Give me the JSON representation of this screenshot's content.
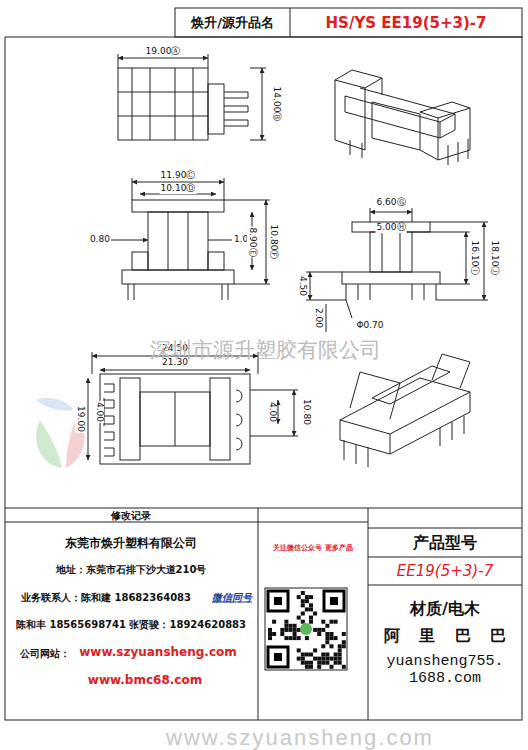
{
  "diagram": {
    "nodes": [
      {
        "text": [
          "焕升/源升品名"
        ]
      },
      {
        "text": [
          "HS/YS EE19(5+3)-7"
        ]
      },
      {
        "text": [
          "产品型号"
        ]
      },
      {
        "text": [
          "EE19(5+3)-7"
        ]
      },
      {
        "text": [
          "材质/电木",
          "阿 里 巴 巴",
          "yuansheng755. 1688.com"
        ]
      }
    ],
    "labels": [
      "19.00Ⓐ",
      "14.00Ⓑ",
      "11.90Ⓒ",
      "10.10Ⓓ",
      "0.80",
      "1.00",
      "8.90Ⓔ",
      "10.80Ⓕ",
      "6.60Ⓖ",
      "5.00Ⓗ",
      "16.10Ⓘ",
      "18.10Ⓙ",
      "4.50",
      "2.00",
      "Φ0.70",
      "24.50",
      "21.30",
      "19.00",
      "4.00",
      "4.00",
      "10.80",
      "深圳市源升塑胶有限公司",
      "修改记录",
      "东莞市焕升塑料有限公司",
      "地址：东莞市石排下沙大道210号",
      "业务联系人：陈和建 18682364083",
      "微信同号",
      "陈和丰 18565698741 张贤骏：18924620883",
      "公司网站：",
      "www.szyuansheng.com",
      "www.bmc68.com",
      "关注微信公众号 更多产品",
      "www.szyuansheng.com"
    ]
  }
}
